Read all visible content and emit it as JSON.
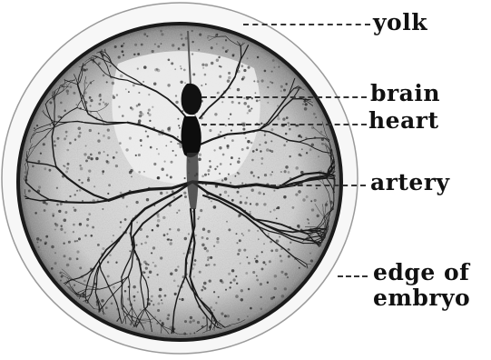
{
  "labels": {
    "yolk": "yolk",
    "brain": "brain",
    "heart": "heart",
    "artery": "artery",
    "edge_line1": "edge of",
    "edge_line2": "embryo"
  },
  "colors": {
    "ink": "#111111",
    "embryo_fill": "#d4d4d4",
    "yolk_fill": "#f6f6f6",
    "background": "#ffffff"
  }
}
